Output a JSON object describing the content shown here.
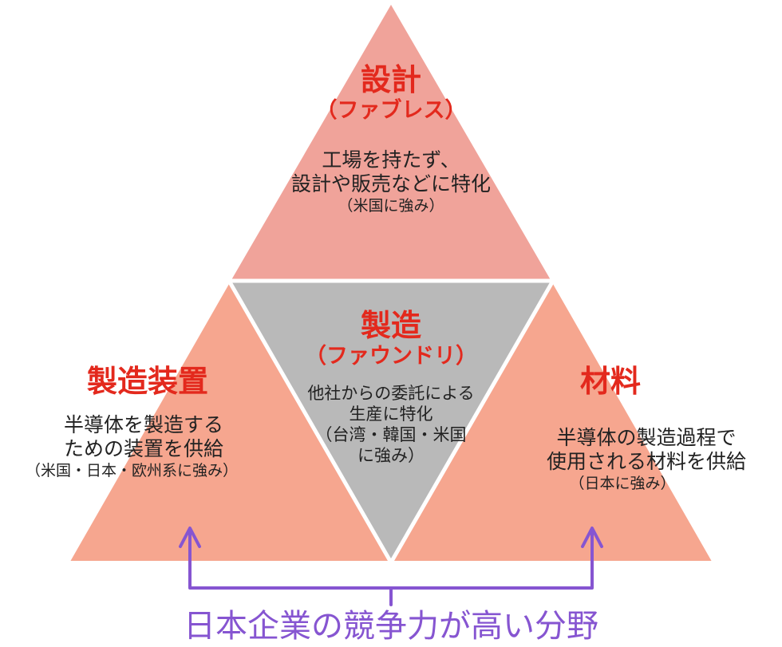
{
  "colors": {
    "top": "#f0a39a",
    "sides": "#f6a68f",
    "center": "#b9b9b9",
    "title": "#e3291d",
    "accent": "#8655d1"
  },
  "design": {
    "title": "設計",
    "subtitle": "（ファブレス）",
    "desc": [
      "工場を持たず、",
      "設計や販売などに特化"
    ],
    "note": "（米国に強み）"
  },
  "foundry": {
    "title": "製造",
    "subtitle": "（ファウンドリ）",
    "desc": [
      "他社からの委託による",
      "生産に特化",
      "（台湾・韓国・米国",
      "に強み）"
    ]
  },
  "equipment": {
    "title": "製造装置",
    "desc": [
      "半導体を製造する",
      "ための装置を供給"
    ],
    "note": "（米国・日本・欧州系に強み）"
  },
  "materials": {
    "title": "材料",
    "desc": [
      "半導体の製造過程で",
      "使用される材料を供給"
    ],
    "note": "（日本に強み）"
  },
  "footer": "日本企業の競争力が高い分野"
}
